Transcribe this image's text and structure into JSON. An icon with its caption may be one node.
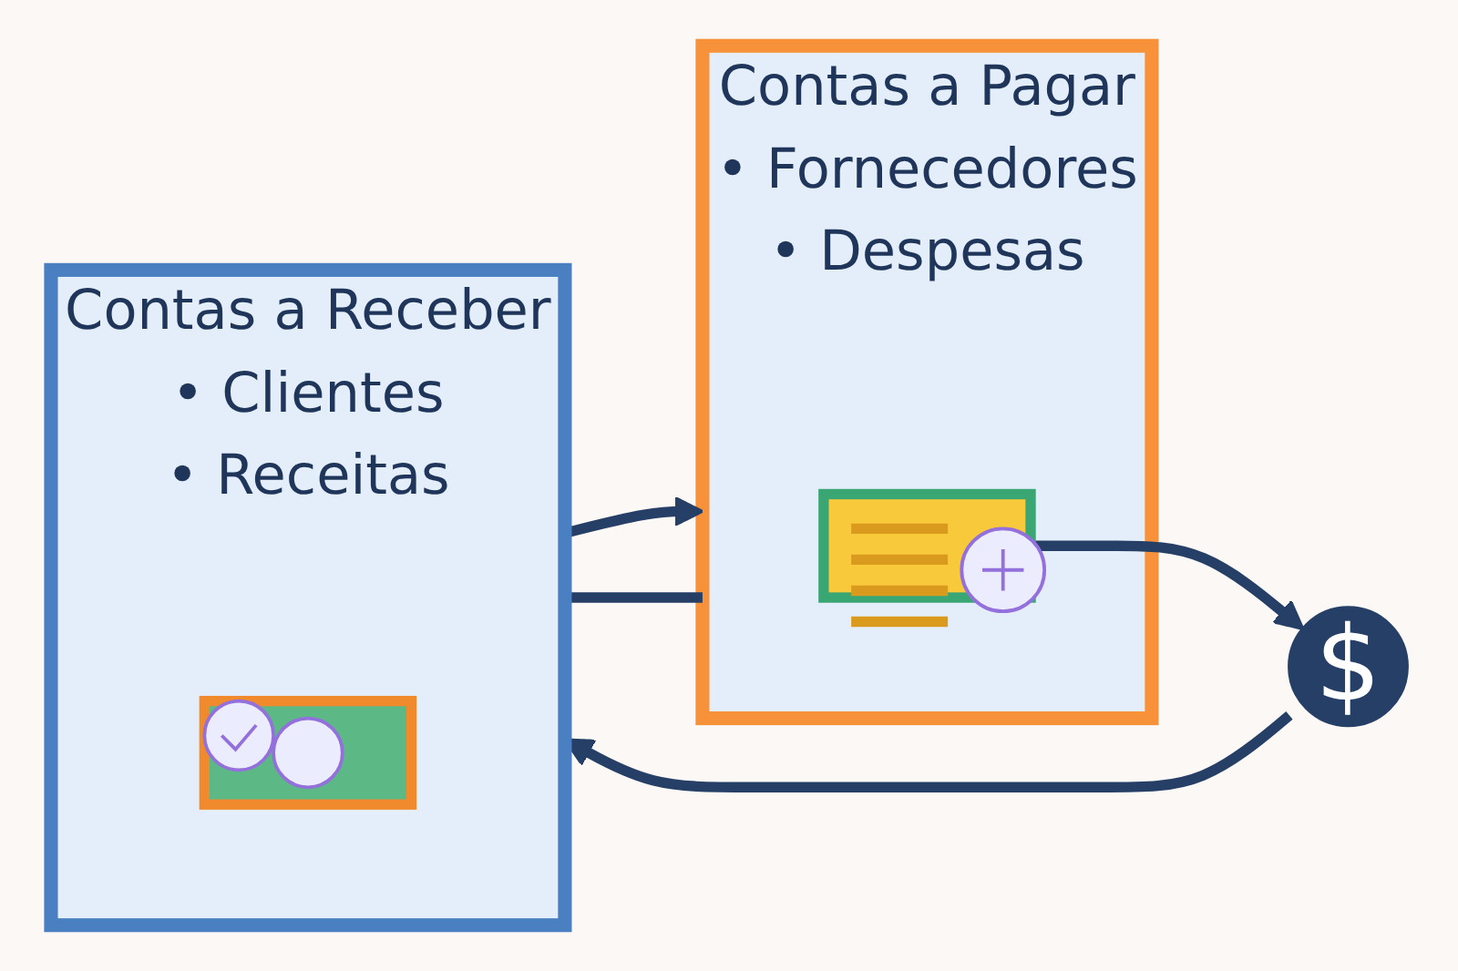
{
  "diagram": {
    "nodes": [
      {
        "text": [
          "Contas a Pagar",
          "• Fornecedores",
          "• Despesas"
        ]
      },
      {
        "text": [],
        "shape": "picture",
        "in": 0
      },
      {
        "text": [
          "$"
        ]
      },
      {
        "text": [
          "Contas a Receber",
          "• Clientes",
          "• Receitas"
        ]
      },
      {
        "text": [],
        "shape": "picture",
        "in": 3
      }
    ],
    "edges": [
      {
        "from": 0,
        "to": 3,
        "arrow": "none"
      },
      {
        "from": 1,
        "to": 2,
        "arrow": "to"
      },
      {
        "from": 2,
        "to": 3,
        "arrow": "to"
      },
      {
        "from": 3,
        "to": 0,
        "arrow": "to"
      }
    ]
  }
}
